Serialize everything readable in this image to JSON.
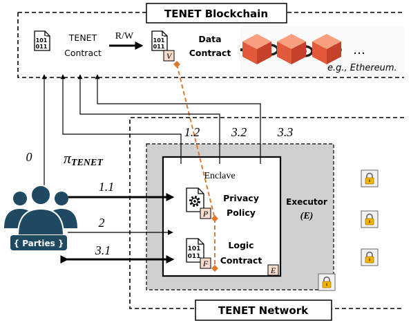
{
  "blockchain": {
    "title": "TENET Blockchain",
    "tenet_contract": {
      "line1": "TENET",
      "line2": "Contract"
    },
    "rw_label": "R/W",
    "data_contract": {
      "line1": "Data",
      "line2": "Contract",
      "badge": "V"
    },
    "chain_example": "e.g., Ethereum.",
    "ellipsis": "…"
  },
  "network": {
    "title": "TENET Network",
    "executor": {
      "label": "Executor",
      "symbol": "(E)"
    },
    "enclave": {
      "label": "Enclave",
      "privacy_policy": {
        "line1": "Privacy",
        "line2": "Policy",
        "badge": "P"
      },
      "logic_contract": {
        "line1": "Logic",
        "line2": "Contract",
        "badge": "F"
      },
      "badge": "E"
    }
  },
  "parties": {
    "label": "{ Parties }"
  },
  "steps": {
    "s0": "0",
    "pi_symbol": "π",
    "pi_sub": "TENET",
    "s1_1": "1.1",
    "s1_2": "1.2",
    "s2": "2",
    "s3_1": "3.1",
    "s3_2": "3.2",
    "s3_3": "3.3"
  },
  "file_icon_bits": {
    "top": "101",
    "bottom": "011"
  },
  "icons": [
    "file-binary-icon",
    "gear-icon",
    "lock-icon",
    "users-icon",
    "chain-icon",
    "cube-icon"
  ],
  "colors": {
    "executor_fill": "#d0d0d0",
    "cube": "#e8553b",
    "dashed_link": "#e0782e",
    "parties": "#1f4a62",
    "lock_body": "#f0b400"
  }
}
